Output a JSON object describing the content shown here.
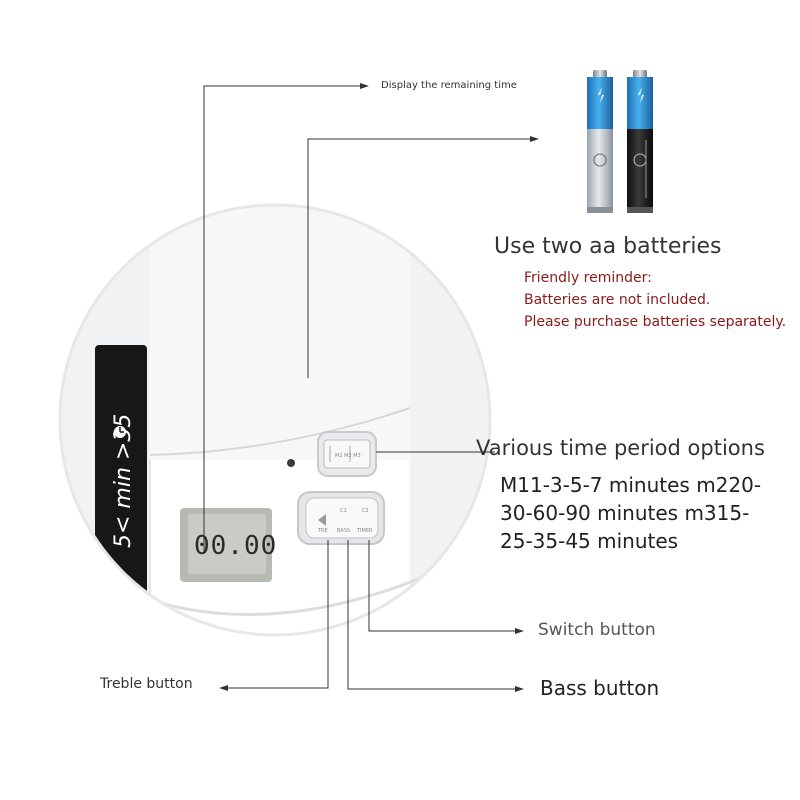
{
  "callouts": {
    "display": "Display the remaining time",
    "batteries_title": "Use two aa batteries",
    "reminder": [
      "Friendly reminder:",
      "Batteries are not included.",
      "Please purchase batteries separately."
    ],
    "options_title": "Various time period options",
    "options_lines": [
      "M11-3-5-7 minutes m220-",
      "30-60-90 minutes m315-",
      "25-35-45 minutes"
    ],
    "switch": "Switch button",
    "bass": "Bass button",
    "treble": "Treble button"
  },
  "device": {
    "lcd_reading": "00.00",
    "sticker_text": "5< min >35"
  },
  "colors": {
    "reminder": "#8a1a1a",
    "battery_blue": "#2a8fd6",
    "battery_black": "#1c1c1c",
    "lcd_bg": "#c9ccc4"
  },
  "icons": [
    "arrow-right-icon",
    "arrow-left-icon",
    "clock-icon"
  ]
}
